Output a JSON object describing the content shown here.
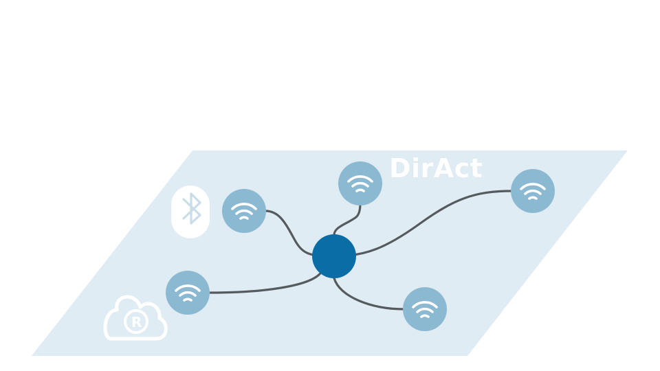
{
  "brand": {
    "name": "DirAct"
  },
  "colors": {
    "platform": "#e0ecf3",
    "hub": "#0b6da6",
    "node": "#8cb9d2",
    "link": "#555a5e",
    "icon_fill": "#ffffff"
  },
  "icons": {
    "bluetooth": "bluetooth-icon",
    "cloud": "cloud-r-icon",
    "node": "wifi-icon"
  },
  "nodes": [
    {
      "name": "wifi-node-left-upper",
      "icon": "wifi-icon"
    },
    {
      "name": "wifi-node-top",
      "icon": "wifi-icon"
    },
    {
      "name": "wifi-node-right",
      "icon": "wifi-icon"
    },
    {
      "name": "wifi-node-left-lower",
      "icon": "wifi-icon"
    },
    {
      "name": "wifi-node-bottom-right",
      "icon": "wifi-icon"
    }
  ]
}
